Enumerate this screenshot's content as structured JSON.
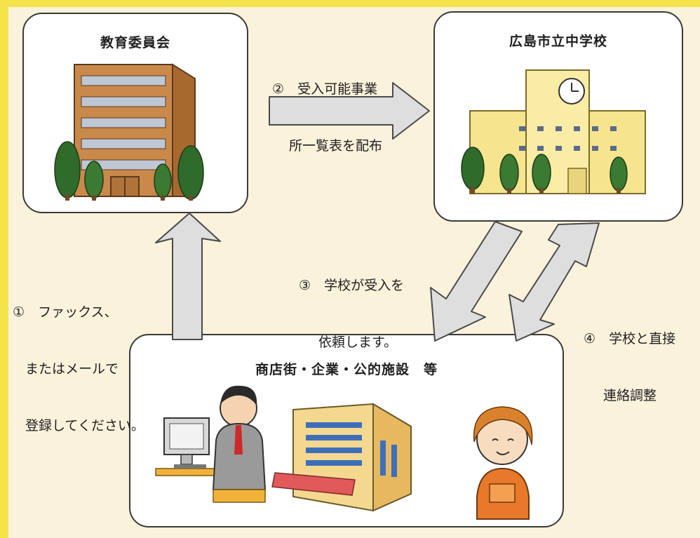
{
  "nodes": {
    "board": {
      "title": "教育委員会"
    },
    "school": {
      "title": "広島市立中学校"
    },
    "businesses": {
      "title": "商店街・企業・公的施設　等"
    }
  },
  "steps": {
    "step1": {
      "number": "①",
      "line1": "ファックス、",
      "line2": "またはメールで",
      "line3": "登録してください。"
    },
    "step2": {
      "number": "②",
      "line1": "受入可能事業",
      "line2": "所一覧表を配布"
    },
    "step3": {
      "number": "③",
      "line1": "学校が受入を",
      "line2": "依頼します。"
    },
    "step4": {
      "number": "④",
      "line1": "学校と直接",
      "line2": "連絡調整"
    }
  },
  "colors": {
    "frame": "#f5e34c",
    "background": "#fbf2dc",
    "arrow_fill": "#dedede",
    "arrow_stroke": "#4a4a4a"
  }
}
